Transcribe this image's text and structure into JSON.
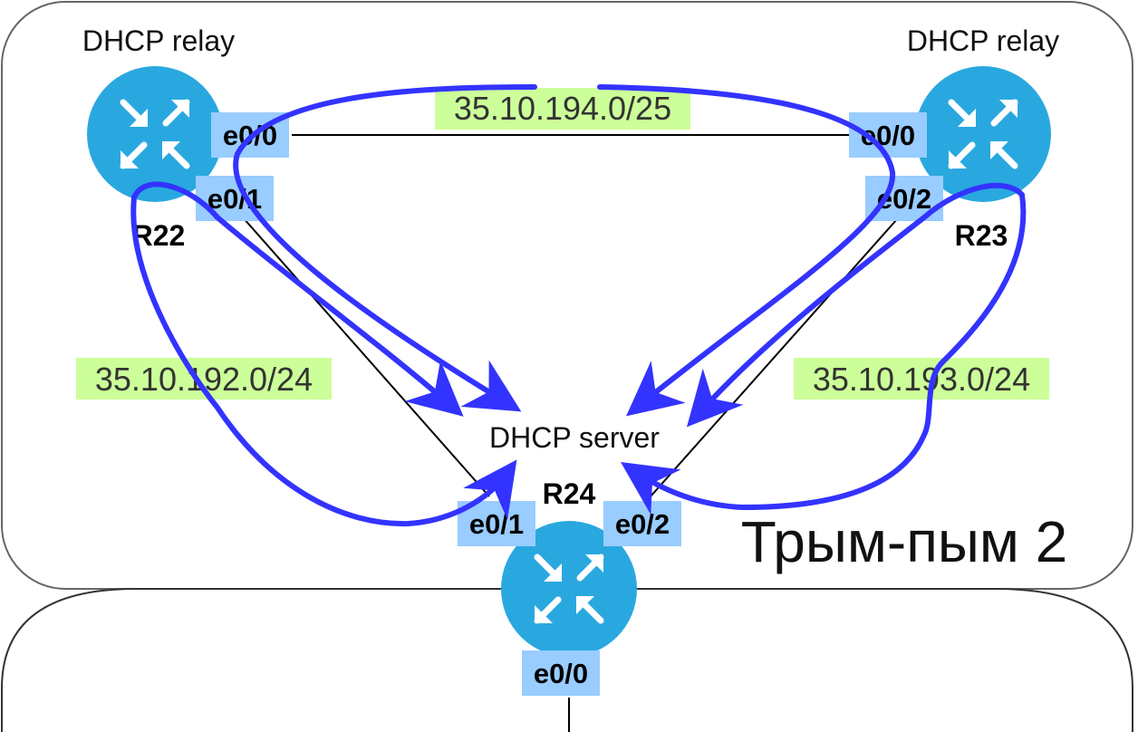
{
  "labels": {
    "relay_left": "DHCP relay",
    "relay_right": "DHCP relay",
    "server": "DHCP server",
    "r22": "R22",
    "r23": "R23",
    "r24": "R24",
    "zone": "Трым-пым 2"
  },
  "subnets": {
    "top": "35.10.194.0/25",
    "left": "35.10.192.0/24",
    "right": "35.10.193.0/24"
  },
  "interfaces": {
    "r22_e00": "e0/0",
    "r22_e01": "e0/1",
    "r23_e00": "e0/0",
    "r23_e02": "e0/2",
    "r24_e01": "e0/1",
    "r24_e02": "e0/2",
    "r24_e00": "e0/0"
  },
  "colors": {
    "router": "#29a8e0",
    "interface_bg": "#99ccff",
    "subnet_bg": "#ccff99",
    "arrow": "#3333ff",
    "zone_border": "#666666"
  }
}
